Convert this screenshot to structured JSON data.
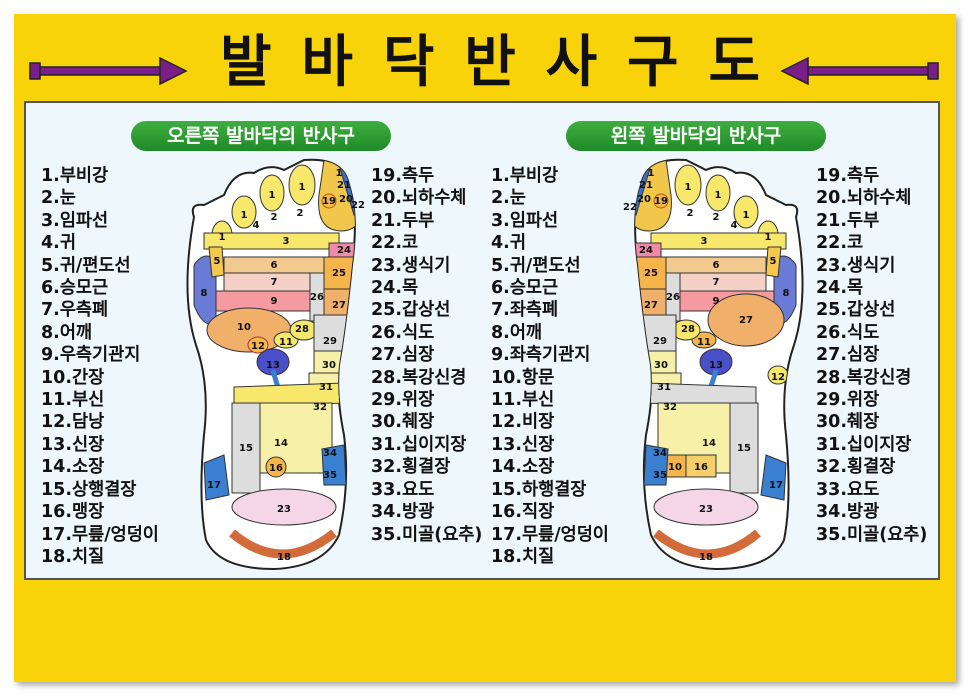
{
  "title": [
    "발",
    "바",
    "닥",
    "반",
    "사",
    "구",
    "도"
  ],
  "right_foot_heading": "오른쪽 발바닥의 반사구",
  "left_foot_heading": "왼쪽 발바닥의 반사구",
  "right_list_a": [
    "1.부비강",
    "2.눈",
    "3.임파선",
    "4.귀",
    "5.귀/편도선",
    "6.승모근",
    "7.우측폐",
    "8.어깨",
    "9.우측기관지",
    "10.간장",
    "11.부신",
    "12.담낭",
    "13.신장",
    "14.소장",
    "15.상행결장",
    "16.맹장",
    "17.무릎/엉덩이",
    "18.치질"
  ],
  "right_list_b": [
    "19.측두",
    "20.뇌하수체",
    "21.두부",
    "22.코",
    "23.생식기",
    "24.목",
    "25.갑상선",
    "26.식도",
    "27.심장",
    "28.복강신경",
    "29.위장",
    "30.췌장",
    "31.십이지장",
    "32.횡결장",
    "33.요도",
    "34.방광",
    "35.미골(요추)"
  ],
  "left_list_a": [
    "1.부비강",
    "2.눈",
    "3.임파선",
    "4.귀",
    "5.귀/편도선",
    "6.승모근",
    "7.좌측폐",
    "8.어깨",
    "9.좌측기관지",
    "10.항문",
    "11.부신",
    "12.비장",
    "13.신장",
    "14.소장",
    "15.하행결장",
    "16.직장",
    "17.무릎/엉덩이",
    "18.치질"
  ],
  "left_list_b": [
    "19.측두",
    "20.뇌하수체",
    "21.두부",
    "22.코",
    "23.생식기",
    "24.목",
    "25.갑상선",
    "26.식도",
    "27.심장",
    "28.복강신경",
    "29.위장",
    "30.췌장",
    "31.십이지장",
    "32.횡결장",
    "33.요도",
    "34.방광",
    "35.미골(요추)"
  ],
  "zones": {
    "z1": "1",
    "z2": "2",
    "z3": "3",
    "z4": "4",
    "z5": "5",
    "z6": "6",
    "z7": "7",
    "z8": "8",
    "z9": "9",
    "z10": "10",
    "z11": "11",
    "z12": "12",
    "z13": "13",
    "z14": "14",
    "z15": "15",
    "z16": "16",
    "z17": "17",
    "z18": "18",
    "z19": "19",
    "z20": "20",
    "z21": "21",
    "z22": "22",
    "z23": "23",
    "z24": "24",
    "z25": "25",
    "z26": "26",
    "z27": "27",
    "z28": "28",
    "z29": "29",
    "z30": "30",
    "z31": "31",
    "z32": "32",
    "z34": "34",
    "z35": "35"
  },
  "colors": {
    "frame": "#f9d30a",
    "panel": "#eef7fb",
    "heading": "#2a9a30",
    "arrow": "#7a1f8a"
  }
}
